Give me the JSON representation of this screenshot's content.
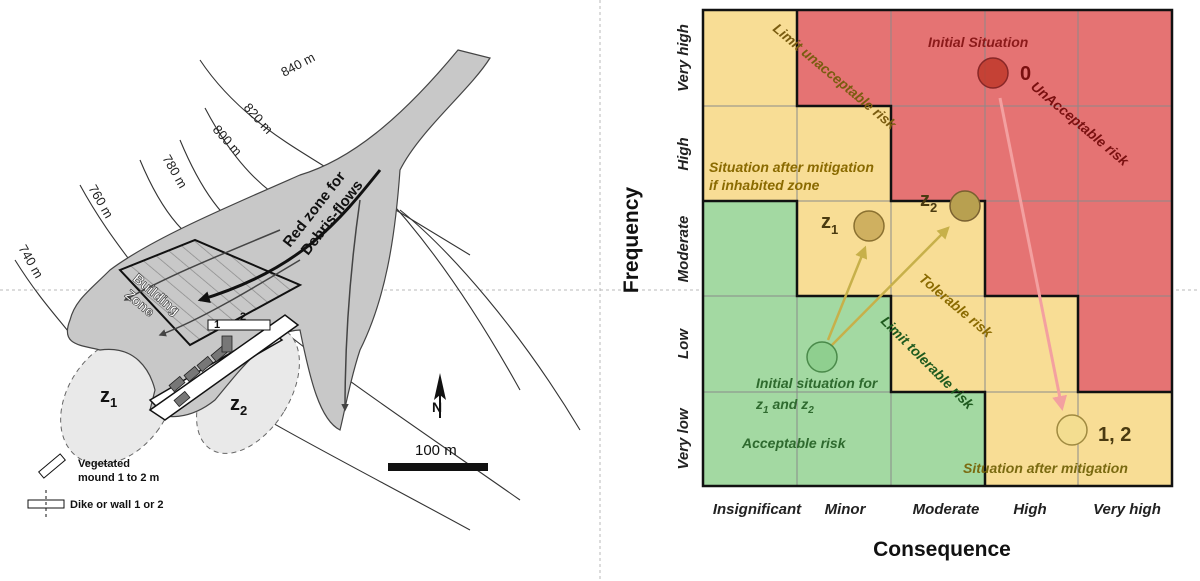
{
  "map": {
    "contours": [
      "840 m",
      "820 m",
      "800 m",
      "780 m",
      "760 m",
      "740 m"
    ],
    "red_zone_label": [
      "Red zone for",
      "Debris-flows"
    ],
    "building_zone_label": [
      "Building",
      "Zone"
    ],
    "zone_z1": {
      "letter": "z",
      "sub": "1"
    },
    "zone_z2": {
      "letter": "z",
      "sub": "2"
    },
    "dike_numbers": [
      "1",
      "2"
    ],
    "north_letter": "N",
    "scale_label": "100 m",
    "legend": {
      "vegetated": [
        "Vegetated",
        "mound 1 to 2 m"
      ],
      "dike": "Dike or wall 1 or 2"
    }
  },
  "matrix": {
    "axis_x_title": "Consequence",
    "axis_y_title": "Frequency",
    "consequence_ticks": [
      "Insignificant",
      "Minor",
      "Moderate",
      "High",
      "Very high"
    ],
    "frequency_ticks": [
      "Very high",
      "High",
      "Moderate",
      "Low",
      "Very low"
    ],
    "zone_colors": {
      "green": "#a3d9a2",
      "yellow": "#f8dd95",
      "red": "#e57373"
    },
    "labels": {
      "initial_situation": "Initial Situation",
      "unacceptable": "UnAcceptable risk",
      "limit_unacceptable": "Limit unacceptable risk",
      "after_mitigation_inhabited": [
        "Situation after mitigation",
        "if inhabited zone"
      ],
      "tolerable": "Tolerable risk",
      "limit_tolerable": "Limit tolerable risk",
      "initial_for_z": [
        "Initial situation for",
        "z",
        "1",
        " and z",
        "2"
      ],
      "acceptable": "Acceptable risk",
      "after_mitigation": "Situation after mitigation"
    },
    "point_labels": {
      "p0": "0",
      "z1": {
        "letter": "z",
        "sub": "1"
      },
      "z2": {
        "letter": "z",
        "sub": "2"
      },
      "p12": "1, 2"
    }
  }
}
